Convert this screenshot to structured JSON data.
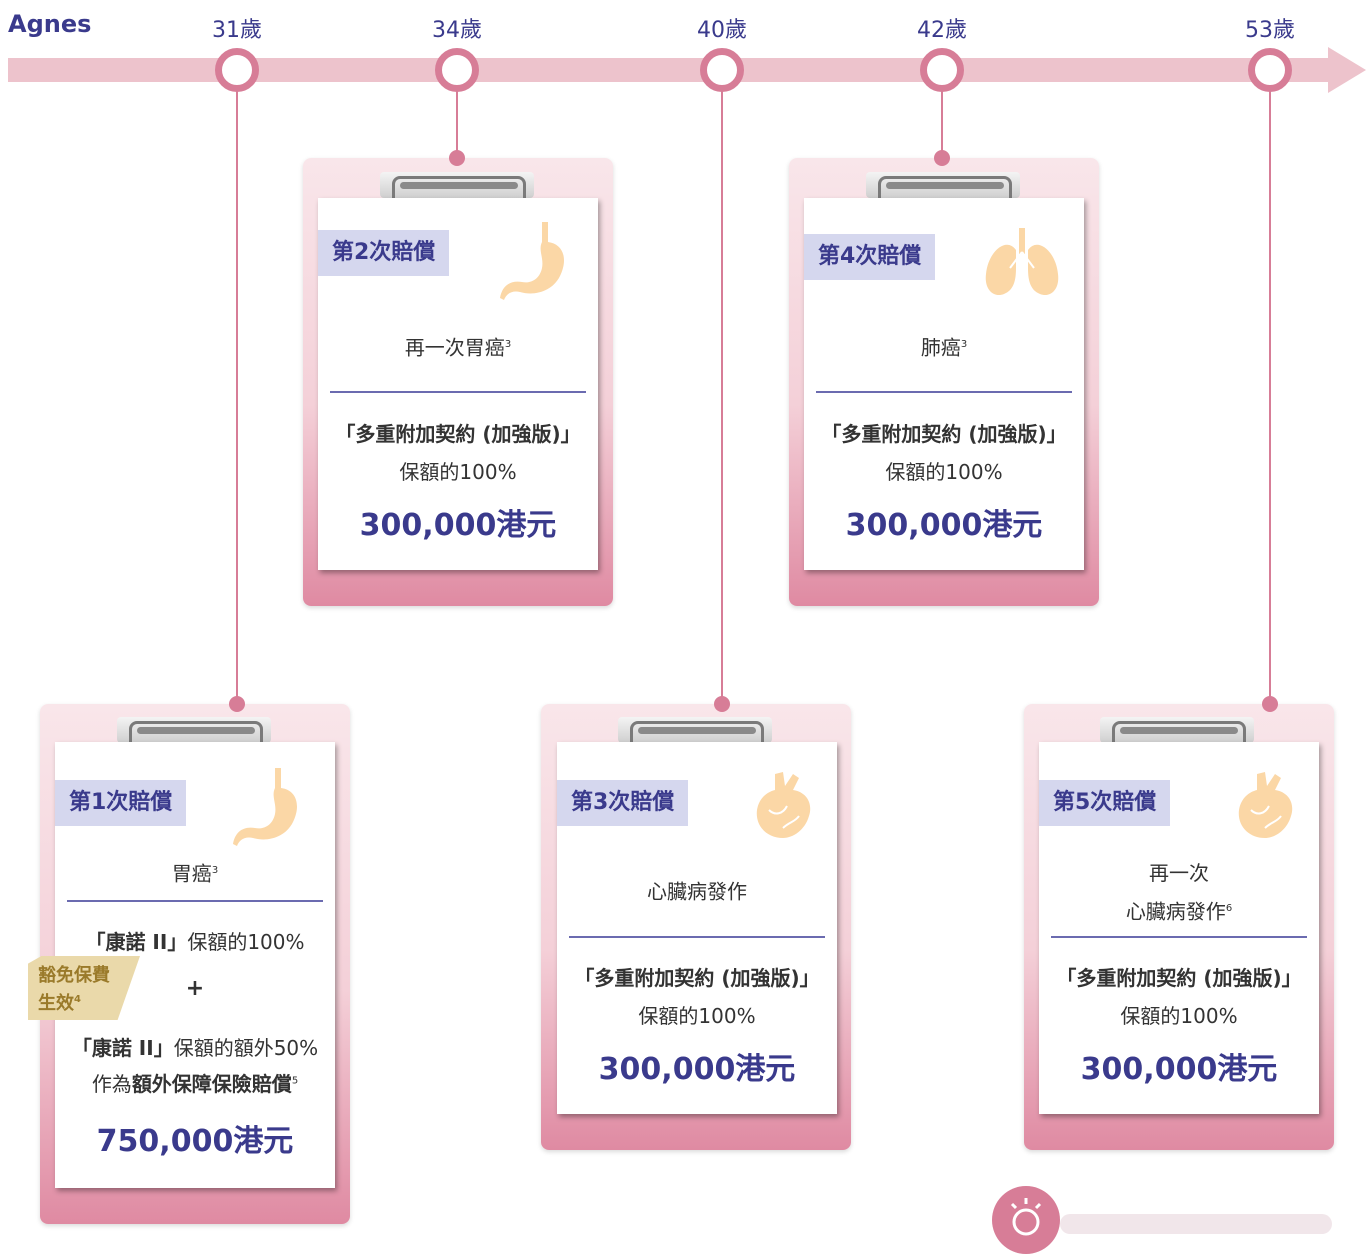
{
  "person": "Agnes",
  "ages": [
    "31歲",
    "34歲",
    "40歲",
    "42歲",
    "53歲"
  ],
  "cards": [
    {
      "label": "第1次賠償",
      "icon": "stomach-icon",
      "condition": "胃癌",
      "cond_sup": "3",
      "line1_plan": "「康諾 II」",
      "line1_rest": "保額的100%",
      "plus": "+",
      "line2_plan": "「康諾 II」",
      "line2_rest": "保額的額外50%",
      "line3_pre": "作為",
      "line3_bold": "額外保障保險賠償",
      "line3_sup": "5",
      "amount": "750,000港元",
      "waive_line1": "豁免保費",
      "waive_line2": "生效",
      "waive_sup": "4"
    },
    {
      "label": "第2次賠償",
      "icon": "stomach-icon",
      "condition": "再一次胃癌",
      "cond_sup": "3",
      "plan": "「多重附加契約 (加強版)」",
      "pct": "保額的100%",
      "amount": "300,000港元"
    },
    {
      "label": "第3次賠償",
      "icon": "heart-icon",
      "condition": "心臟病發作",
      "cond_sup": "",
      "plan": "「多重附加契約 (加強版)」",
      "pct": "保額的100%",
      "amount": "300,000港元"
    },
    {
      "label": "第4次賠償",
      "icon": "lungs-icon",
      "condition": "肺癌",
      "cond_sup": "3",
      "plan": "「多重附加契約 (加強版)」",
      "pct": "保額的100%",
      "amount": "300,000港元"
    },
    {
      "label": "第5次賠償",
      "icon": "heart-icon",
      "condition": "再一次",
      "condition2": "心臟病發作",
      "cond_sup": "6",
      "plan": "「多重附加契約 (加強版)」",
      "pct": "保額的100%",
      "amount": "300,000港元"
    }
  ],
  "colors": {
    "accent": "#3a3a8c",
    "pink": "#d77d97",
    "label_bg": "#d5d7ee",
    "organ": "#fbd7a6"
  }
}
